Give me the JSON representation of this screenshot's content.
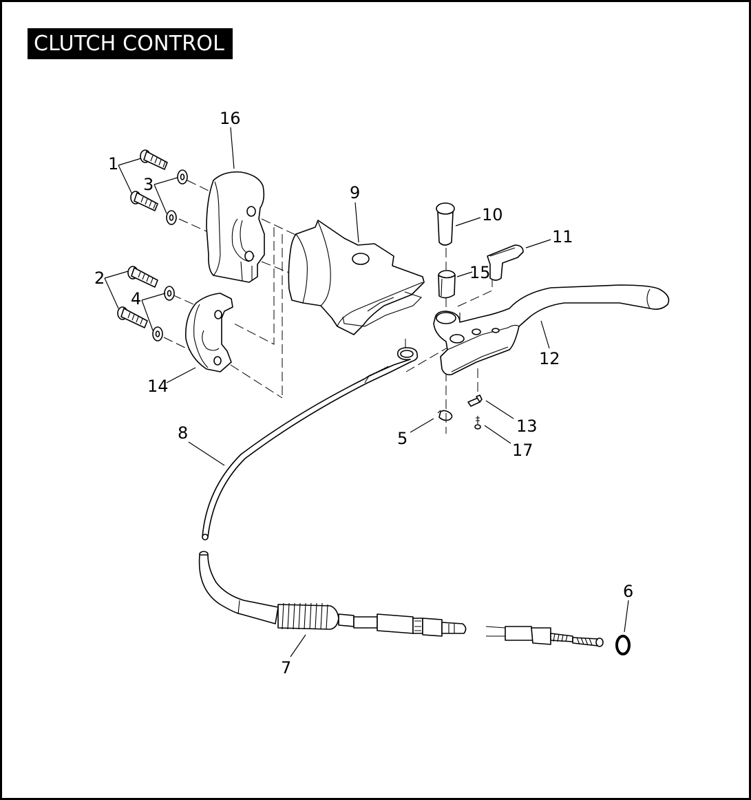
{
  "title": "CLUTCH CONTROL",
  "callouts": [
    "1",
    "2",
    "3",
    "4",
    "5",
    "6",
    "7",
    "8",
    "9",
    "10",
    "11",
    "12",
    "13",
    "14",
    "15",
    "16",
    "17"
  ]
}
